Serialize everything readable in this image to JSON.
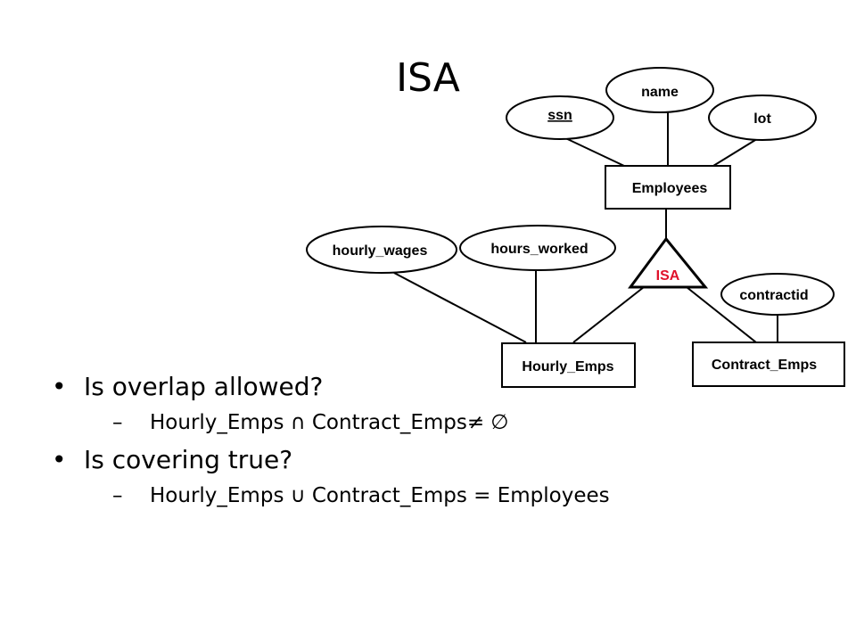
{
  "slide": {
    "title": "ISA"
  },
  "diagram": {
    "entities": {
      "employees": "Employees",
      "hourly_emps": "Hourly_Emps",
      "contract_emps": "Contract_Emps"
    },
    "attributes": {
      "ssn": "ssn",
      "name": "name",
      "lot": "lot",
      "hourly_wages": "hourly_wages",
      "hours_worked": "hours_worked",
      "contractid": "contractid"
    },
    "isa": "ISA",
    "colors": {
      "isa_text": "#e0122b",
      "stroke": "#000000"
    }
  },
  "bullets": [
    {
      "text": "Is overlap allowed?",
      "sub": "Hourly_Emps ∩ Contract_Emps≠ ∅"
    },
    {
      "text": "Is covering true?",
      "sub": "Hourly_Emps ∪ Contract_Emps = Employees"
    }
  ],
  "dash": "–"
}
